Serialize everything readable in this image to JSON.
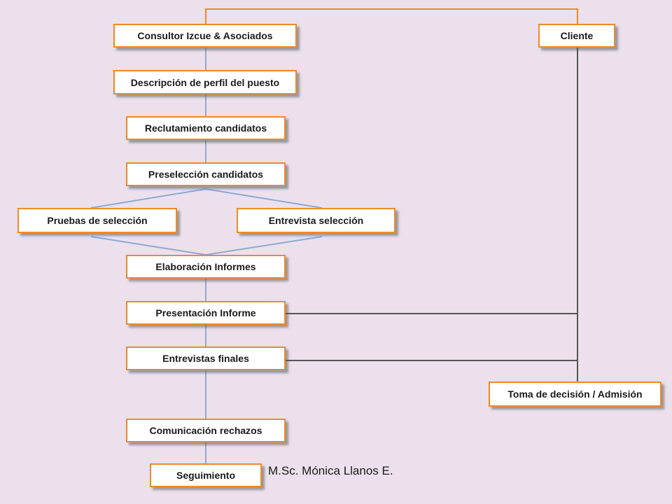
{
  "diagram": {
    "nodes": {
      "consultor": "Consultor Izcue & Asociados",
      "cliente": "Cliente",
      "descripcion": "Descripción de perfil del puesto",
      "reclutamiento": "Reclutamiento candidatos",
      "preseleccion": "Preselección candidatos",
      "pruebas": "Pruebas de selección",
      "entrevista": "Entrevista selección",
      "elaboracion": "Elaboración Informes",
      "presentacion": "Presentación Informe",
      "entrevistas_finales": "Entrevistas finales",
      "toma_decision": "Toma de decisión / Admisión",
      "comunicacion": "Comunicación rechazos",
      "seguimiento": "Seguimiento"
    },
    "colors": {
      "background": "#ebe0ec",
      "box_border": "#f08a24",
      "top_connector": "#f08a24",
      "flow_connector": "#8eaad6",
      "client_connector": "#555555"
    }
  },
  "footer": {
    "author": "M.Sc. Mónica Llanos E."
  }
}
